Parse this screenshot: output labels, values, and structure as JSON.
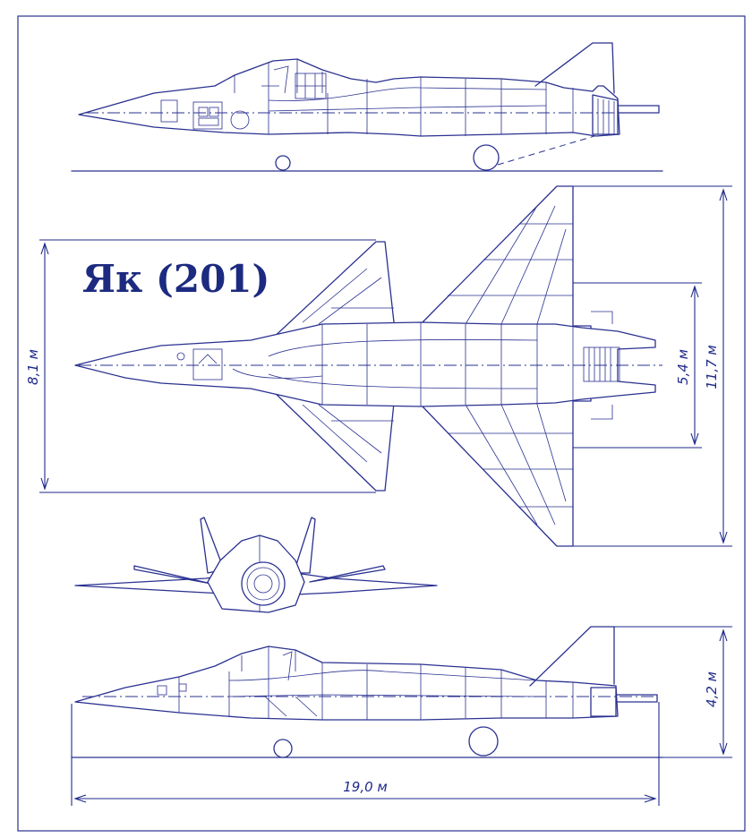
{
  "title": "Як (201)",
  "dimensions": {
    "length": "19,0 м",
    "span": "11,7 м",
    "tail_span": "8,1 м",
    "inner_span": "5,4 м",
    "height": "4,2 м"
  },
  "colors": {
    "line": "#2a3190",
    "title": "#1c2a80",
    "background": "#ffffff"
  }
}
